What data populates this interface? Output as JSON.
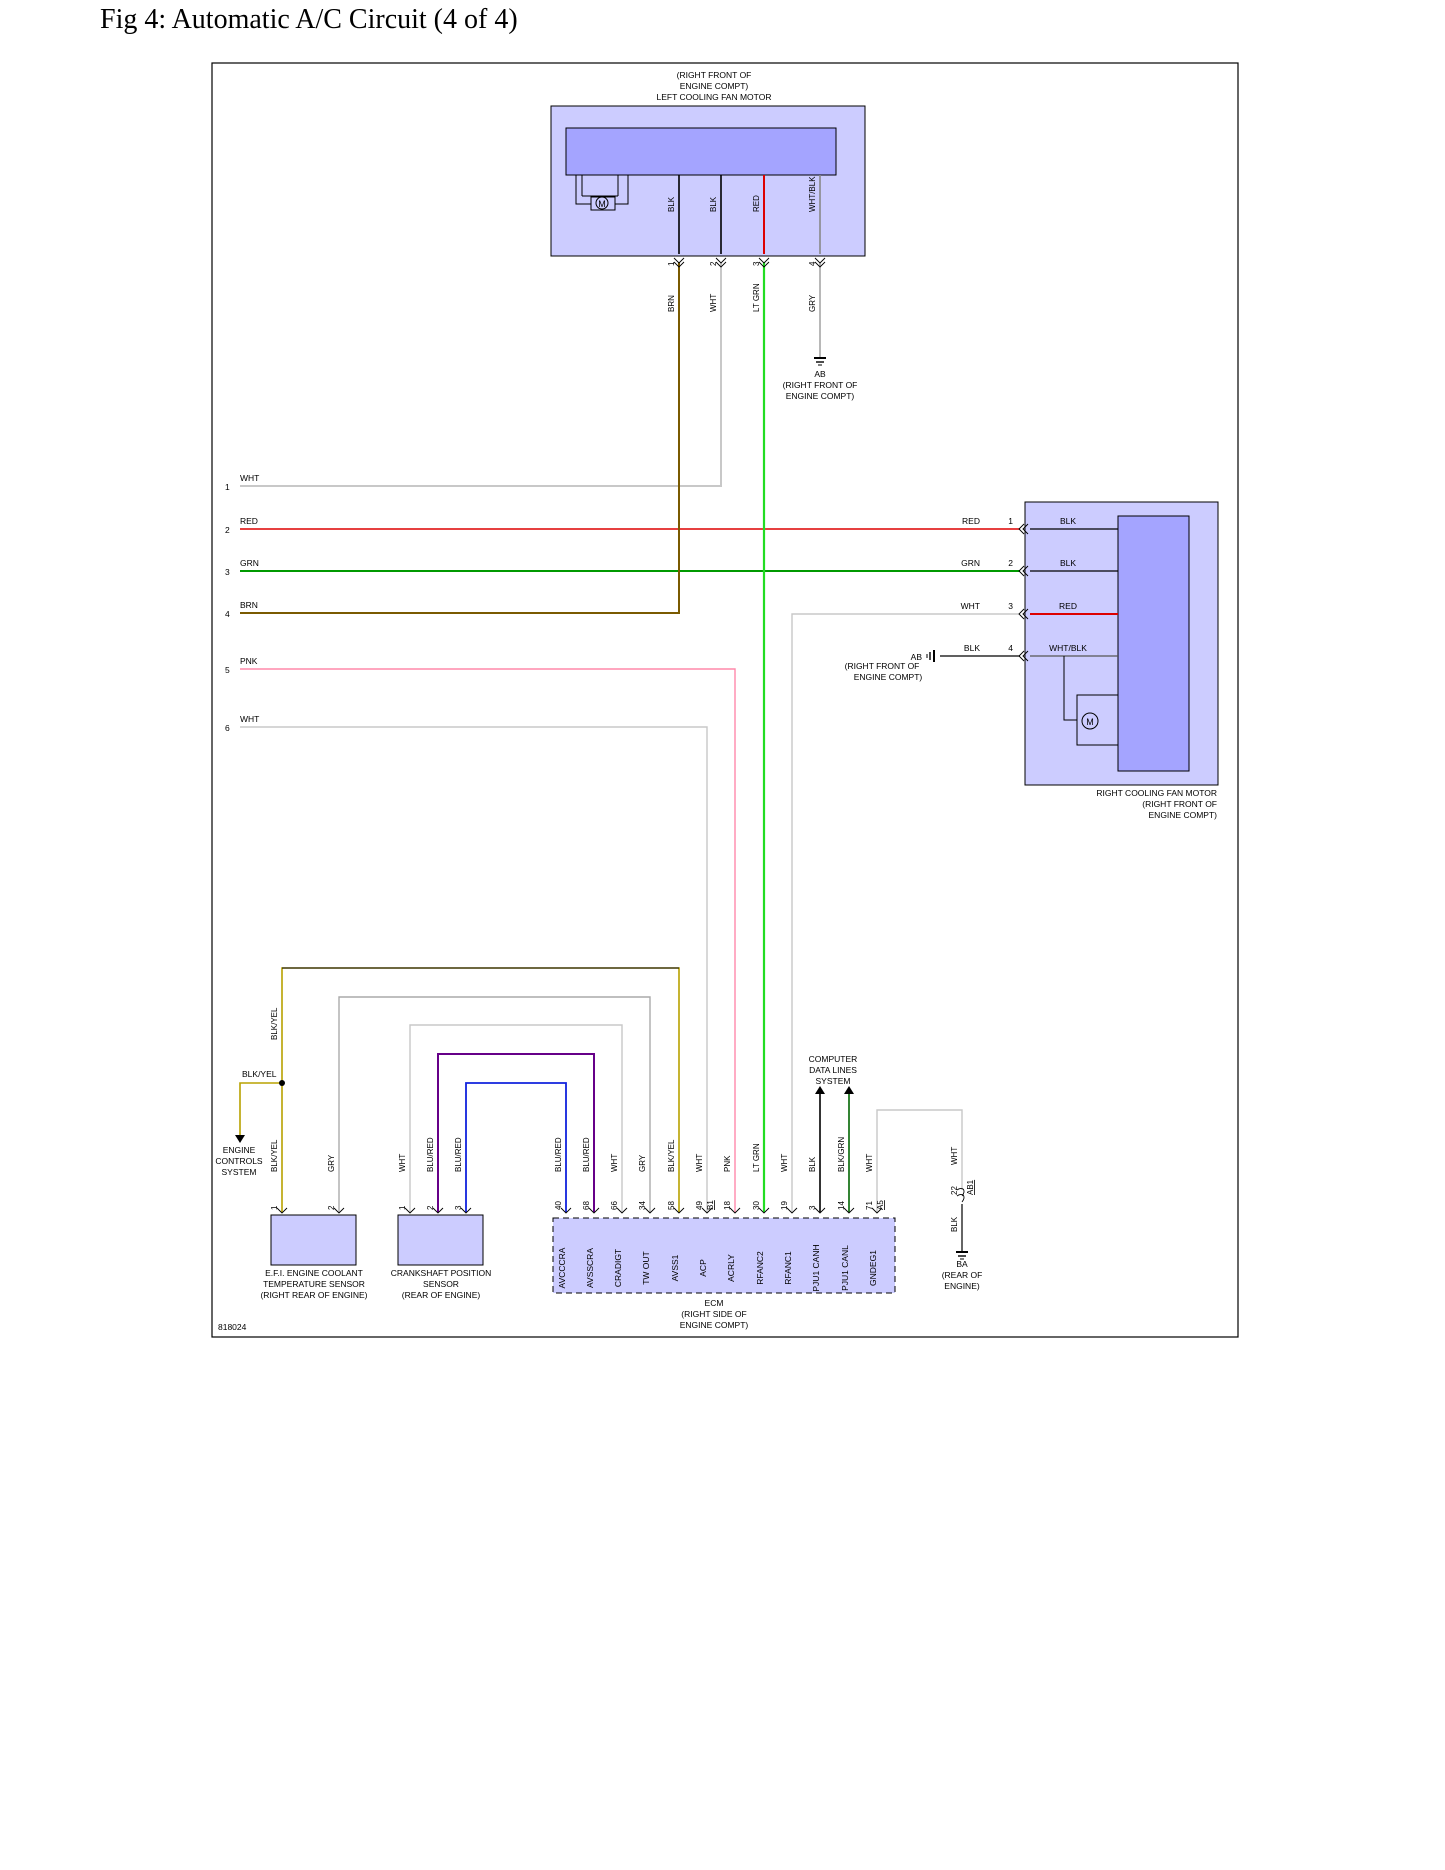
{
  "title": "Fig 4: Automatic A/C Circuit (4 of 4)",
  "figure_id": "818024",
  "colors": {
    "component_fill": "#ccccff",
    "component_inner": "#a4a4ff",
    "BLK": "#000000",
    "WHT": "#c8c8c8",
    "RED": "#dd0000",
    "GRN": "#009900",
    "BRN": "#7a5a00",
    "PNK": "#ff88aa",
    "GRY": "#999999",
    "LT GRN": "#22dd22",
    "BLK/YEL": "#b8a200",
    "BLU/RED": "#660088",
    "BLK/GRN": "#006600"
  },
  "left_fan": {
    "lines": [
      "(RIGHT FRONT OF",
      "ENGINE COMPT)",
      "LEFT COOLING FAN MOTOR"
    ],
    "motor_symbol": "M",
    "inner_wires": [
      "BLK",
      "BLK",
      "RED",
      "WHT/BLK"
    ],
    "pins": [
      "1",
      "2",
      "3",
      "4"
    ],
    "outer_wires": [
      "BRN",
      "WHT",
      "LT GRN",
      "GRY"
    ]
  },
  "ground_ab_top": {
    "id": "AB",
    "lines": [
      "(RIGHT FRONT OF",
      "ENGINE COMPT)"
    ]
  },
  "harness": [
    {
      "num": "1",
      "color": "WHT"
    },
    {
      "num": "2",
      "color": "RED"
    },
    {
      "num": "3",
      "color": "GRN"
    },
    {
      "num": "4",
      "color": "BRN"
    },
    {
      "num": "5",
      "color": "PNK"
    },
    {
      "num": "6",
      "color": "WHT"
    }
  ],
  "right_fan": {
    "lines": [
      "RIGHT COOLING FAN MOTOR",
      "(RIGHT FRONT OF",
      "ENGINE COMPT)"
    ],
    "motor_symbol": "M",
    "pins": [
      "1",
      "2",
      "3",
      "4"
    ],
    "outer_wires": [
      "RED",
      "GRN",
      "WHT",
      "BLK"
    ],
    "inner_wires": [
      "BLK",
      "BLK",
      "RED",
      "WHT/BLK"
    ]
  },
  "ground_ab_right": {
    "id": "AB",
    "lines": [
      "(RIGHT FRONT OF",
      "ENGINE COMPT)"
    ]
  },
  "engine_controls": {
    "lines": [
      "ENGINE",
      "CONTROLS",
      "SYSTEM"
    ],
    "wire": "BLK/YEL"
  },
  "computer_data": {
    "lines": [
      "COMPUTER",
      "DATA LINES",
      "SYSTEM"
    ]
  },
  "ect_sensor": {
    "lines": [
      "E.F.I. ENGINE COOLANT",
      "TEMPERATURE SENSOR",
      "(RIGHT REAR OF ENGINE)"
    ],
    "pins": [
      "1",
      "2"
    ],
    "wires": [
      "BLK/YEL",
      "GRY"
    ]
  },
  "crank_sensor": {
    "lines": [
      "CRANKSHAFT POSITION",
      "SENSOR",
      "(REAR OF ENGINE)"
    ],
    "pins": [
      "1",
      "2",
      "3"
    ],
    "wires": [
      "WHT",
      "BLU/RED",
      "BLU/RED"
    ]
  },
  "ecm": {
    "lines": [
      "ECM",
      "(RIGHT SIDE OF",
      "ENGINE COMPT)"
    ],
    "pins": [
      {
        "pin": "40",
        "conn": "",
        "wire": "BLU/RED",
        "signal": "AVCCCRA"
      },
      {
        "pin": "68",
        "conn": "",
        "wire": "BLU/RED",
        "signal": "AVSSCRA"
      },
      {
        "pin": "66",
        "conn": "",
        "wire": "WHT",
        "signal": "CRADIGT"
      },
      {
        "pin": "34",
        "conn": "",
        "wire": "GRY",
        "signal": "TW OUT"
      },
      {
        "pin": "58",
        "conn": "",
        "wire": "BLK/YEL",
        "signal": "AVSS1"
      },
      {
        "pin": "49",
        "conn": "B1",
        "wire": "WHT",
        "signal": "ACP"
      },
      {
        "pin": "18",
        "conn": "",
        "wire": "PNK",
        "signal": "ACRLY"
      },
      {
        "pin": "30",
        "conn": "",
        "wire": "LT GRN",
        "signal": "RFANC2"
      },
      {
        "pin": "19",
        "conn": "",
        "wire": "WHT",
        "signal": "RFANC1"
      },
      {
        "pin": "3",
        "conn": "",
        "wire": "BLK",
        "signal": "PJU1 CANH"
      },
      {
        "pin": "14",
        "conn": "",
        "wire": "BLK/GRN",
        "signal": "PJU1 CANL"
      },
      {
        "pin": "71",
        "conn": "A5",
        "wire": "WHT",
        "signal": "GNDEG1"
      }
    ]
  },
  "ground_ba": {
    "id": "BA",
    "lines": [
      "(REAR OF",
      "ENGINE)"
    ],
    "connector_pin": "22",
    "connector_id": "AB1",
    "wire_top": "WHT",
    "wire_bottom": "BLK"
  }
}
